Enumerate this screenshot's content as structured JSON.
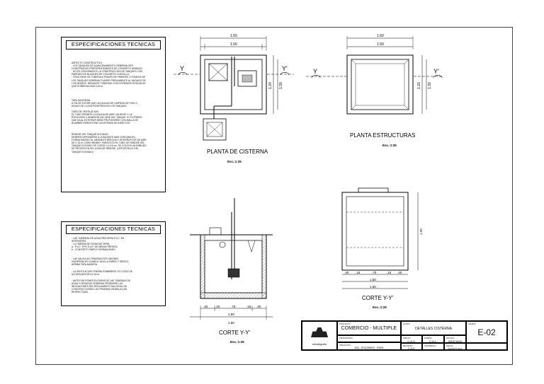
{
  "spec1": {
    "title": "ESPECIFICACIONES TECNICAS",
    "paragraphs": [
      "ASPECTO CONSTRUCTIVO:\n· LOS TANQUES DE ALMACENAMIENTO DEBERAN SER\nCONSTRUIDOS PREFERENTEMENTE DE CONCRETO ARMADO.\n· NO ES CONVENIENTE LA CONSTRUCCION DE TANQUES CON\nPAREDES DE BLOQUES DE CONCRETO O ARCILLA.\n· TODO PASO DE TUBERIA A TRAVES DE PAREDES O FONDOS DE\nLOS TANQUES DEBERAN FIJARSE PREVIAMENTE AL VACIADO DE\nLOS MISMOS, MEDIANTE TUBERIAS CON EXTREMOS ROSCADOS\nQUE SOBRESALGAN 0.15 m.",
      "TAPA SANITARIA:\nA FIN DE EVITAR QUE LAS AGUAS DE LIMPIEZA DE PISO O\nAGUAS DE LLUVIA PENETREN EN LOS TANQUES.",
      "TUBO DE VENTILACION:\nEL TUBO PERMITE LA SALIDA DE AIRE CALIENTE Y LA\nEXPULSION O ADMISION DEL AIRE DEL TANQUE. EL EXTREMO\nQUE DA AL EXTERIOR DEBE PROTEGERSE CON MALLA DE\nALAMBRE PARA EVITAR LA ENTRADA DE INSECTOS.",
      "REBOSE DEL TANQUE ELEVADO:\nDEBERA DISPONERSE A LA BAJANTE MAS CERCANA EN\nFORMA INDIRECTA, MEDIANTE BRECHA O INTERRUPTOR DE AIRE\nDE 0.15 m. COMO MINIMO. PARA ESTO EL TUBO DE REBOSE DEL\nTANQUE ELEVADO DE CORTA Y A 0.5 cm. SE COLOCA UN EMBUDO\nDE RECEPCION DEL AGUA DE REBOSE. (VER DETALLE DEL\nTANQUE ELEVADO)"
    ]
  },
  "spec2": {
    "title": "ESPECIFICACIONES TECNICAS",
    "paragraphs": [
      "· LAS TUBERIAS DE AGUA FRIA SERA P.V.C. EN\nINTERIORES.\n· LA TUBERIA DE DESAGUE SERA:\n  a.- P.V.C. TIPO S.A.P. DE MEDIA PRESION.\n  b.- CONCRETO SIMPLE NORMALIZADO.",
      "· LAS VALVULAS TENDRAN DOS UNIONES\nUNIVERSALES CUANDO VAYA LA PARED Y SERICO\nARRIBA TAPA MADERA.",
      "· LA VENTILACION TENDRA SOMBRERO Y/O CODO DE\nALTURA MAYOR A 0.40 m.",
      "· ANTES DE PONER EN SERVICIO LAS TUBERIAS DE\nAGUA Y DESAGUE DEBERAN PROBARSE LAS\nINDICACIONES DEL REGLAMENTO NACIONAL DE\nCONSTRUCCIONES LAS PRUEBAS HIDRAULICAS\nRESPECTIVAS."
    ]
  },
  "views": {
    "planta_cisterna": {
      "title": "PLANTA DE CISTERNA",
      "scale": "Esc.:1:25",
      "dim_outer": "1.60",
      "dim_inner": "1.50",
      "dim_left": "1.20",
      "dim_right": "1.30",
      "section_left": "Y",
      "section_right": "Y'"
    },
    "planta_estructuras": {
      "title": "PLANTA ESTRUCTURAS",
      "scale": "Esc.:1:25",
      "dim_outer": "1.60",
      "dim_inner": "1.50",
      "dim_left": "1.20",
      "dim_right": "1.30",
      "section_left": "Y",
      "section_right": "Y'"
    },
    "corte_left": {
      "title": "CORTE Y-Y'",
      "scale": "Esc.:1:25",
      "bottom_dims": [
        ".40",
        ".15",
        ".70",
        ".15",
        ".40"
      ],
      "dim_inner": "1.50",
      "dim_outer": "1.60"
    },
    "corte_right": {
      "title": "CORTE Y-Y'",
      "scale": "Esc.:1:25",
      "bottom_dims": [
        ".40",
        ".15",
        ".70",
        ".15",
        ".40"
      ],
      "dim_inner": "1.50",
      "dim_outer": "1.60",
      "dim_height": "1.20"
    }
  },
  "title_block": {
    "logo_text": "estudiografia",
    "proyecto_label": "PROYECTO:",
    "proyecto": "COMERCIO - MULTIPLE",
    "plano_label": "PLANO:",
    "plano": "DETALLES CISTERNA",
    "lamina_label": "LAMINA:",
    "lamina": "E-02",
    "propietario_label": "PROPIETARIO:",
    "ubicacion_label": "UBICACION:",
    "ubicacion": "ASA - JR.AGRARIO - PIURA",
    "dibujo_label": "DIBUJO:",
    "dibujo": "C.A.S.",
    "diseno_label": "DISEÑO:",
    "diseno": "C.A.L.",
    "escala_label": "ESCALA:",
    "escala": "INDICADA",
    "revision_label": "REVISION:",
    "revision": "C.A.S.",
    "aprobado_label": "APROBADO:",
    "fecha_label": "FECHA:",
    "fecha": "AGOSTO 2017"
  }
}
